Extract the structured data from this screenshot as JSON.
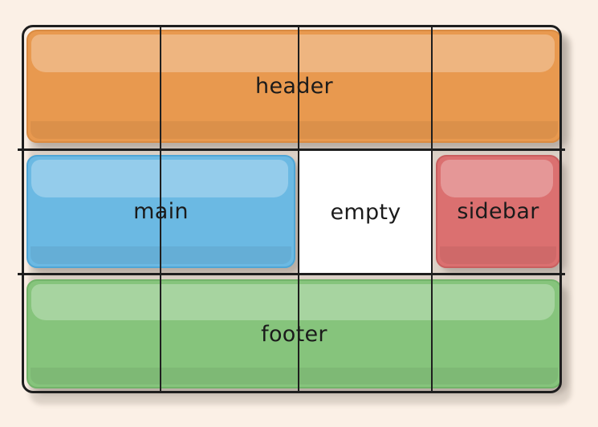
{
  "diagram": {
    "title": "css-grid-layout-diagram",
    "background_color": "#fbf0e6",
    "frame_color": "#1e1e1e",
    "regions": [
      {
        "key": "header",
        "label": "header",
        "color": "#e8994f",
        "grid_row": 1,
        "grid_column_span": "1 / -1"
      },
      {
        "key": "main",
        "label": "main",
        "color": "#6bb9e3",
        "grid_row": 2,
        "grid_column_span": "1 / 3"
      },
      {
        "key": "empty",
        "label": "empty",
        "color": "#ffffff",
        "grid_row": 2,
        "grid_column_span": "3 / 4"
      },
      {
        "key": "sidebar",
        "label": "sidebar",
        "color": "#db7070",
        "grid_row": 2,
        "grid_column_span": "4 / -1"
      },
      {
        "key": "footer",
        "label": "footer",
        "color": "#86c47c",
        "grid_row": 3,
        "grid_column_span": "1 / -1"
      }
    ],
    "grid_lines": {
      "vertical_x": [
        200,
        372,
        538
      ],
      "horizontal_y": [
        186,
        341
      ]
    }
  }
}
